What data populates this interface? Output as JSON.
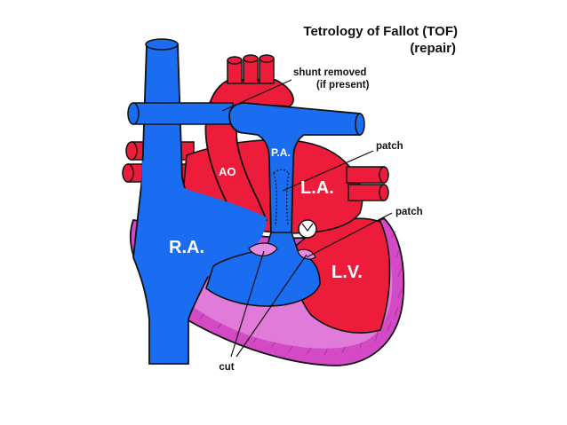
{
  "title": {
    "line1": "Tetrology of Fallot (TOF)",
    "line2": "(repair)"
  },
  "callouts": {
    "shunt_line1": "shunt removed",
    "shunt_line2": "(if present)",
    "patch_pa": "patch",
    "patch_vsd": "patch",
    "cut": "cut"
  },
  "chambers": {
    "ra": "R.A.",
    "la": "L.A.",
    "lv": "L.V.",
    "ao": "AO",
    "pa": "P.A."
  },
  "colors": {
    "red": "#ee1c3b",
    "blue": "#1a6cf0",
    "pink": "#d44ac4",
    "pink_light": "#e68ce0",
    "outline": "#111111"
  }
}
